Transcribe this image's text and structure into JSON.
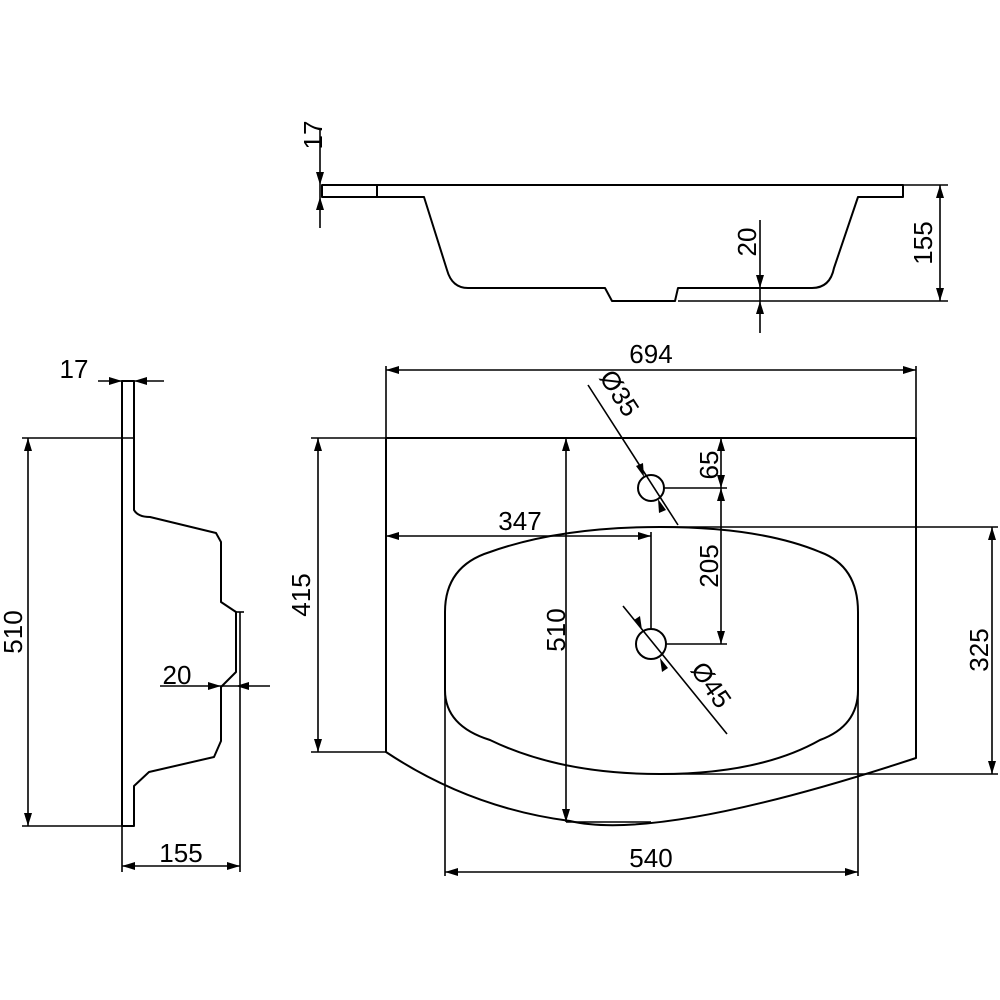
{
  "drawing": {
    "top_view": {
      "dim_thickness": "17",
      "dim_bowl_depth": "155",
      "dim_drain_step": "20"
    },
    "side_view": {
      "dim_thickness": "17",
      "dim_depth": "510",
      "dim_height": "155",
      "dim_drain_step": "20"
    },
    "plan_view": {
      "dim_total_width": "694",
      "dim_total_depth": "415",
      "dim_tap_center": "347",
      "dim_tap_to_back": "65",
      "dim_tap_to_drain": "205",
      "dim_bowl_depth": "510",
      "dim_bowl_width": "540",
      "dim_right_edge": "325",
      "dim_tap_hole": "Ø35",
      "dim_drain_hole": "Ø45"
    }
  }
}
